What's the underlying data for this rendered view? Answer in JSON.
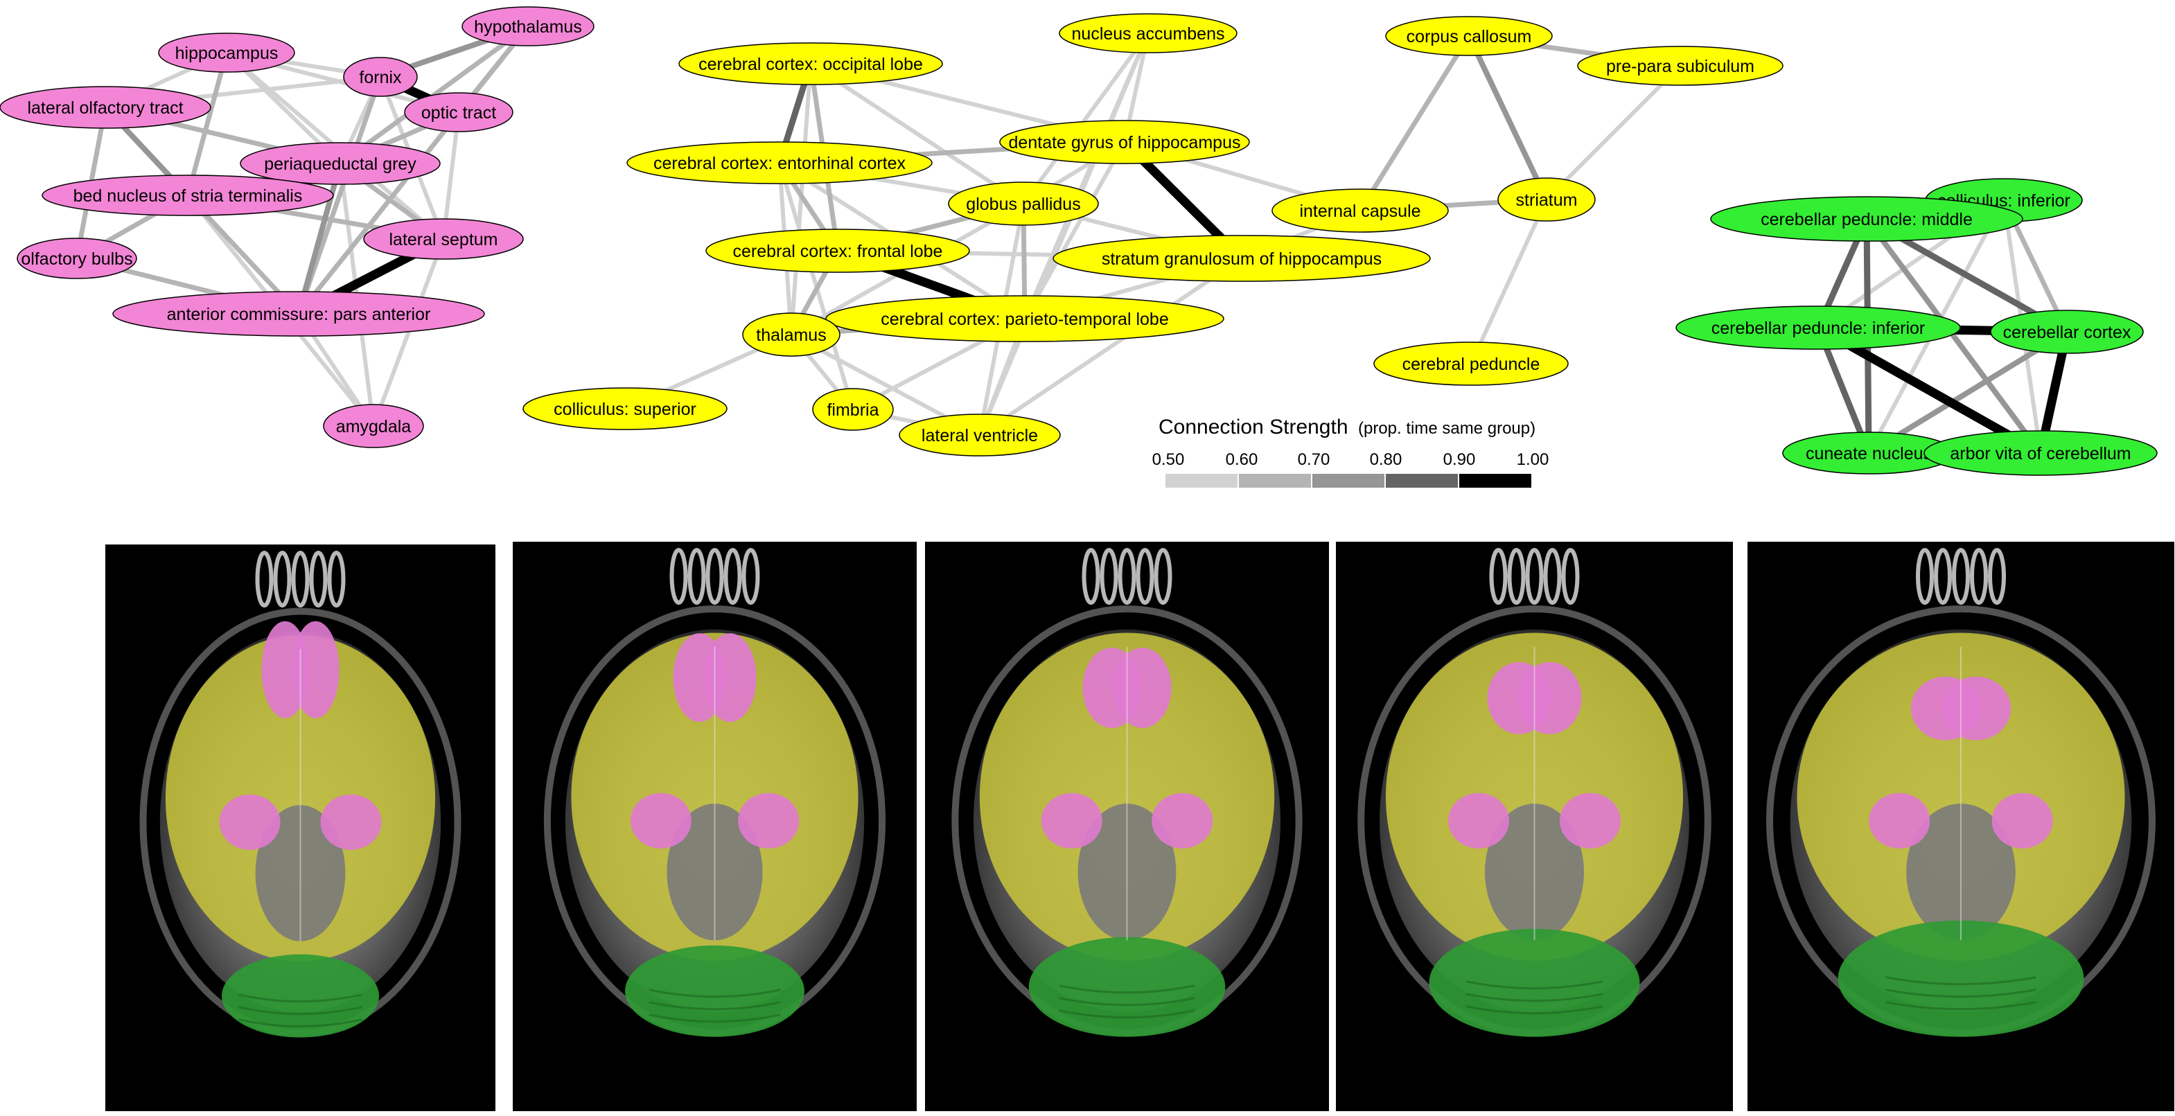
{
  "colors": {
    "module_pink": "#f285d5",
    "module_yellow": "#ffff00",
    "module_green": "#33ee33",
    "node_stroke": "#000000",
    "background": "#ffffff",
    "mri_background": "#000000",
    "overlay_pink": "#e07ad0",
    "overlay_yellow": "#c8c43c",
    "overlay_green": "#2f9a34"
  },
  "legend": {
    "title": "Connection Strength",
    "subtitle": "(prop. time same group)",
    "ticks": [
      "0.50",
      "0.60",
      "0.70",
      "0.80",
      "0.90",
      "1.00"
    ],
    "bins": [
      {
        "color": "#d2d2d2"
      },
      {
        "color": "#b4b4b4"
      },
      {
        "color": "#969696"
      },
      {
        "color": "#646464"
      },
      {
        "color": "#000000"
      }
    ]
  },
  "networks": [
    {
      "id": "pink",
      "color": "#f285d5",
      "nodes": [
        {
          "id": "hypothalamus",
          "label": "hypothalamus"
        },
        {
          "id": "hippocampus",
          "label": "hippocampus"
        },
        {
          "id": "fornix",
          "label": "fornix"
        },
        {
          "id": "lot",
          "label": "lateral olfactory tract"
        },
        {
          "id": "optic_tract",
          "label": "optic tract"
        },
        {
          "id": "pag",
          "label": "periaqueductal grey"
        },
        {
          "id": "bnst",
          "label": "bed nucleus of stria terminalis"
        },
        {
          "id": "lateral_septum",
          "label": "lateral septum"
        },
        {
          "id": "olfactory_bulbs",
          "label": "olfactory bulbs"
        },
        {
          "id": "acpa",
          "label": "anterior commissure: pars anterior"
        },
        {
          "id": "amygdala",
          "label": "amygdala"
        }
      ],
      "edges": [
        {
          "from": "fornix",
          "to": "optic_tract",
          "strength": 0.97
        },
        {
          "from": "acpa",
          "to": "lateral_septum",
          "strength": 0.96
        },
        {
          "from": "hippocampus",
          "to": "fornix",
          "strength": 0.58
        },
        {
          "from": "hippocampus",
          "to": "optic_tract",
          "strength": 0.55
        },
        {
          "from": "hippocampus",
          "to": "lot",
          "strength": 0.6
        },
        {
          "from": "hippocampus",
          "to": "bnst",
          "strength": 0.62
        },
        {
          "from": "hippocampus",
          "to": "pag",
          "strength": 0.55
        },
        {
          "from": "hippocampus",
          "to": "lateral_septum",
          "strength": 0.55
        },
        {
          "from": "hypothalamus",
          "to": "fornix",
          "strength": 0.72
        },
        {
          "from": "hypothalamus",
          "to": "optic_tract",
          "strength": 0.65
        },
        {
          "from": "hypothalamus",
          "to": "pag",
          "strength": 0.66
        },
        {
          "from": "hypothalamus",
          "to": "acpa",
          "strength": 0.62
        },
        {
          "from": "fornix",
          "to": "pag",
          "strength": 0.6
        },
        {
          "from": "fornix",
          "to": "lateral_septum",
          "strength": 0.56
        },
        {
          "from": "fornix",
          "to": "acpa",
          "strength": 0.66
        },
        {
          "from": "optic_tract",
          "to": "pag",
          "strength": 0.62
        },
        {
          "from": "optic_tract",
          "to": "lateral_septum",
          "strength": 0.58
        },
        {
          "from": "lot",
          "to": "bnst",
          "strength": 0.76
        },
        {
          "from": "lot",
          "to": "olfactory_bulbs",
          "strength": 0.62
        },
        {
          "from": "lot",
          "to": "pag",
          "strength": 0.63
        },
        {
          "from": "lot",
          "to": "fornix",
          "strength": 0.52
        },
        {
          "from": "lot",
          "to": "acpa",
          "strength": 0.55
        },
        {
          "from": "pag",
          "to": "bnst",
          "strength": 0.7
        },
        {
          "from": "pag",
          "to": "lateral_septum",
          "strength": 0.64
        },
        {
          "from": "pag",
          "to": "acpa",
          "strength": 0.72
        },
        {
          "from": "bnst",
          "to": "olfactory_bulbs",
          "strength": 0.65
        },
        {
          "from": "bnst",
          "to": "lateral_septum",
          "strength": 0.66
        },
        {
          "from": "bnst",
          "to": "acpa",
          "strength": 0.7
        },
        {
          "from": "olfactory_bulbs",
          "to": "acpa",
          "strength": 0.62
        },
        {
          "from": "acpa",
          "to": "amygdala",
          "strength": 0.57
        },
        {
          "from": "lateral_septum",
          "to": "amygdala",
          "strength": 0.55
        },
        {
          "from": "bnst",
          "to": "amygdala",
          "strength": 0.52
        },
        {
          "from": "pag",
          "to": "amygdala",
          "strength": 0.53
        }
      ]
    },
    {
      "id": "yellow",
      "color": "#ffff00",
      "nodes": [
        {
          "id": "occipital",
          "label": "cerebral cortex: occipital lobe"
        },
        {
          "id": "accumbens",
          "label": "nucleus accumbens"
        },
        {
          "id": "dentate",
          "label": "dentate gyrus of hippocampus"
        },
        {
          "id": "entorhinal",
          "label": "cerebral cortex: entorhinal cortex"
        },
        {
          "id": "globus",
          "label": "globus pallidus"
        },
        {
          "id": "frontal",
          "label": "cerebral cortex: frontal lobe"
        },
        {
          "id": "stratum",
          "label": "stratum granulosum of hippocampus"
        },
        {
          "id": "parieto",
          "label": "cerebral cortex: parieto-temporal lobe"
        },
        {
          "id": "thalamus",
          "label": "thalamus"
        },
        {
          "id": "colliculus_sup",
          "label": "colliculus: superior"
        },
        {
          "id": "fimbria",
          "label": "fimbria"
        },
        {
          "id": "lat_ventricle",
          "label": "lateral ventricle"
        },
        {
          "id": "corpus",
          "label": "corpus callosum"
        },
        {
          "id": "prepara",
          "label": "pre-para subiculum"
        },
        {
          "id": "internal",
          "label": "internal capsule"
        },
        {
          "id": "striatum",
          "label": "striatum"
        },
        {
          "id": "peduncle",
          "label": "cerebral peduncle"
        }
      ],
      "edges": [
        {
          "from": "dentate",
          "to": "stratum",
          "strength": 0.98
        },
        {
          "from": "frontal",
          "to": "parieto",
          "strength": 0.96
        },
        {
          "from": "occipital",
          "to": "entorhinal",
          "strength": 0.8
        },
        {
          "from": "occipital",
          "to": "dentate",
          "strength": 0.58
        },
        {
          "from": "occipital",
          "to": "globus",
          "strength": 0.6
        },
        {
          "from": "occipital",
          "to": "frontal",
          "strength": 0.62
        },
        {
          "from": "occipital",
          "to": "thalamus",
          "strength": 0.58
        },
        {
          "from": "accumbens",
          "to": "dentate",
          "strength": 0.6
        },
        {
          "from": "accumbens",
          "to": "globus",
          "strength": 0.55
        },
        {
          "from": "accumbens",
          "to": "parieto",
          "strength": 0.55
        },
        {
          "from": "accumbens",
          "to": "lat_ventricle",
          "strength": 0.53
        },
        {
          "from": "dentate",
          "to": "entorhinal",
          "strength": 0.66
        },
        {
          "from": "dentate",
          "to": "globus",
          "strength": 0.6
        },
        {
          "from": "dentate",
          "to": "internal",
          "strength": 0.55
        },
        {
          "from": "dentate",
          "to": "parieto",
          "strength": 0.58
        },
        {
          "from": "entorhinal",
          "to": "frontal",
          "strength": 0.62
        },
        {
          "from": "entorhinal",
          "to": "globus",
          "strength": 0.6
        },
        {
          "from": "entorhinal",
          "to": "parieto",
          "strength": 0.58
        },
        {
          "from": "entorhinal",
          "to": "thalamus",
          "strength": 0.55
        },
        {
          "from": "entorhinal",
          "to": "fimbria",
          "strength": 0.52
        },
        {
          "from": "globus",
          "to": "frontal",
          "strength": 0.65
        },
        {
          "from": "globus",
          "to": "parieto",
          "strength": 0.66
        },
        {
          "from": "globus",
          "to": "thalamus",
          "strength": 0.6
        },
        {
          "from": "globus",
          "to": "stratum",
          "strength": 0.58
        },
        {
          "from": "globus",
          "to": "lat_ventricle",
          "strength": 0.56
        },
        {
          "from": "frontal",
          "to": "thalamus",
          "strength": 0.62
        },
        {
          "from": "frontal",
          "to": "stratum",
          "strength": 0.55
        },
        {
          "from": "parieto",
          "to": "thalamus",
          "strength": 0.64
        },
        {
          "from": "parieto",
          "to": "fimbria",
          "strength": 0.58
        },
        {
          "from": "parieto",
          "to": "lat_ventricle",
          "strength": 0.6
        },
        {
          "from": "parieto",
          "to": "stratum",
          "strength": 0.6
        },
        {
          "from": "thalamus",
          "to": "colliculus_sup",
          "strength": 0.55
        },
        {
          "from": "thalamus",
          "to": "fimbria",
          "strength": 0.58
        },
        {
          "from": "thalamus",
          "to": "lat_ventricle",
          "strength": 0.56
        },
        {
          "from": "fimbria",
          "to": "lat_ventricle",
          "strength": 0.6
        },
        {
          "from": "stratum",
          "to": "lat_ventricle",
          "strength": 0.55
        },
        {
          "from": "stratum",
          "to": "internal",
          "strength": 0.53
        },
        {
          "from": "corpus",
          "to": "prepara",
          "strength": 0.65
        },
        {
          "from": "corpus",
          "to": "internal",
          "strength": 0.62
        },
        {
          "from": "corpus",
          "to": "striatum",
          "strength": 0.72
        },
        {
          "from": "internal",
          "to": "striatum",
          "strength": 0.68
        },
        {
          "from": "prepara",
          "to": "striatum",
          "strength": 0.55
        },
        {
          "from": "striatum",
          "to": "peduncle",
          "strength": 0.55
        }
      ]
    },
    {
      "id": "green",
      "color": "#33ee33",
      "nodes": [
        {
          "id": "coll_inf",
          "label": "colliculus: inferior"
        },
        {
          "id": "cp_middle",
          "label": "cerebellar peduncle: middle"
        },
        {
          "id": "cp_inferior",
          "label": "cerebellar peduncle: inferior"
        },
        {
          "id": "cb_cortex",
          "label": "cerebellar cortex"
        },
        {
          "id": "cuneate",
          "label": "cuneate nucleus"
        },
        {
          "id": "arbor",
          "label": "arbor vita of cerebellum"
        }
      ],
      "edges": [
        {
          "from": "cp_inferior",
          "to": "cb_cortex",
          "strength": 0.97
        },
        {
          "from": "cp_inferior",
          "to": "arbor",
          "strength": 0.97
        },
        {
          "from": "cb_cortex",
          "to": "arbor",
          "strength": 0.97
        },
        {
          "from": "cp_middle",
          "to": "cp_inferior",
          "strength": 0.82
        },
        {
          "from": "cp_middle",
          "to": "cb_cortex",
          "strength": 0.8
        },
        {
          "from": "cp_middle",
          "to": "cuneate",
          "strength": 0.8
        },
        {
          "from": "cp_middle",
          "to": "arbor",
          "strength": 0.78
        },
        {
          "from": "cp_inferior",
          "to": "cuneate",
          "strength": 0.82
        },
        {
          "from": "cuneate",
          "to": "cb_cortex",
          "strength": 0.78
        },
        {
          "from": "cuneate",
          "to": "arbor",
          "strength": 0.7
        },
        {
          "from": "coll_inf",
          "to": "cp_middle",
          "strength": 0.65
        },
        {
          "from": "coll_inf",
          "to": "cb_cortex",
          "strength": 0.62
        },
        {
          "from": "coll_inf",
          "to": "cuneate",
          "strength": 0.55
        },
        {
          "from": "coll_inf",
          "to": "arbor",
          "strength": 0.6
        },
        {
          "from": "coll_inf",
          "to": "cp_inferior",
          "strength": 0.55
        }
      ]
    }
  ],
  "brain_slices": [
    {
      "id": "slice-1"
    },
    {
      "id": "slice-2"
    },
    {
      "id": "slice-3"
    },
    {
      "id": "slice-4"
    },
    {
      "id": "slice-5"
    }
  ]
}
